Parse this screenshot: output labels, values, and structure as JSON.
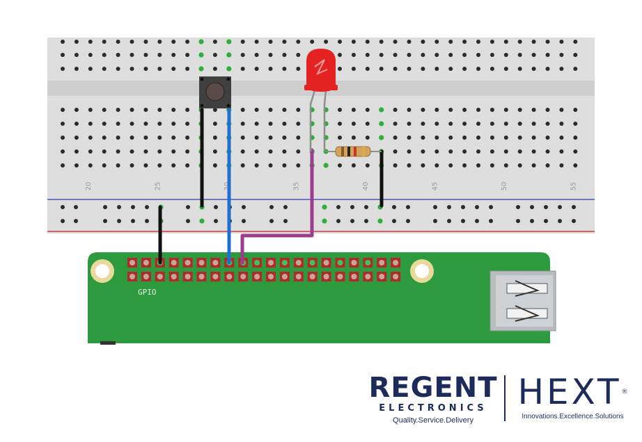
{
  "breadboard": {
    "column_labels": [
      "20",
      "25",
      "30",
      "35",
      "40",
      "45",
      "50",
      "55"
    ]
  },
  "pi": {
    "header_label": "GPIO"
  },
  "components": {
    "led_color": "#e52222",
    "button_color": "#5a4a45"
  },
  "wires": {
    "ground_color": "#111111",
    "signal_color": "#1f6fd1",
    "led_color": "#9b3c8f"
  },
  "brand": {
    "regent_name": "REGENT",
    "regent_sub": "ELECTRONICS",
    "regent_tagline": "Quality.Service.Delivery",
    "hext_name": "HEXT",
    "hext_mark": "®",
    "hext_tagline": "Innovations.Excellence.Solutions"
  }
}
